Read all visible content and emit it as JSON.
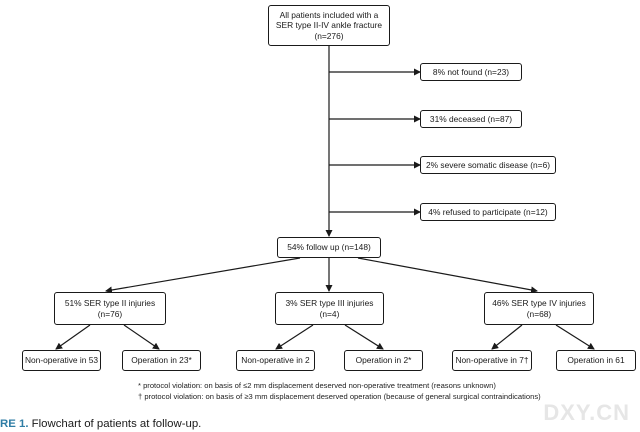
{
  "diagram": {
    "top": {
      "line1": "All patients  included with a",
      "line2": "SER type II-IV ankle fracture",
      "line3": "(n=276)"
    },
    "exclusions": [
      "8%  not found (n=23)",
      "31% deceased (n=87)",
      "2% severe somatic disease (n=6)",
      "4% refused to participate (n=12)"
    ],
    "followup": "54% follow up (n=148)",
    "types": [
      {
        "line1": "51% SER  type II injuries",
        "line2": "(n=76)"
      },
      {
        "line1": "3% SER type III injuries",
        "line2": "(n=4)"
      },
      {
        "line1": "46% SER type IV injuries",
        "line2": "(n=68)"
      }
    ],
    "outcomes": [
      "Non-operative in 53",
      "Operation in 23*",
      "Non-operative in 2",
      "Operation in 2*",
      "Non-operative in 7†",
      "Operation in 61"
    ],
    "footnotes": [
      "* protocol violation: on basis of ≤2 mm displacement deserved non-operative treatment (reasons unknown)",
      "† protocol violation: on basis of ≥3 mm displacement deserved operation (because of general surgical contraindications)"
    ]
  },
  "caption": {
    "label": "RE 1.",
    "text": "Flowchart of patients at follow-up."
  },
  "watermark": "DXY.CN"
}
